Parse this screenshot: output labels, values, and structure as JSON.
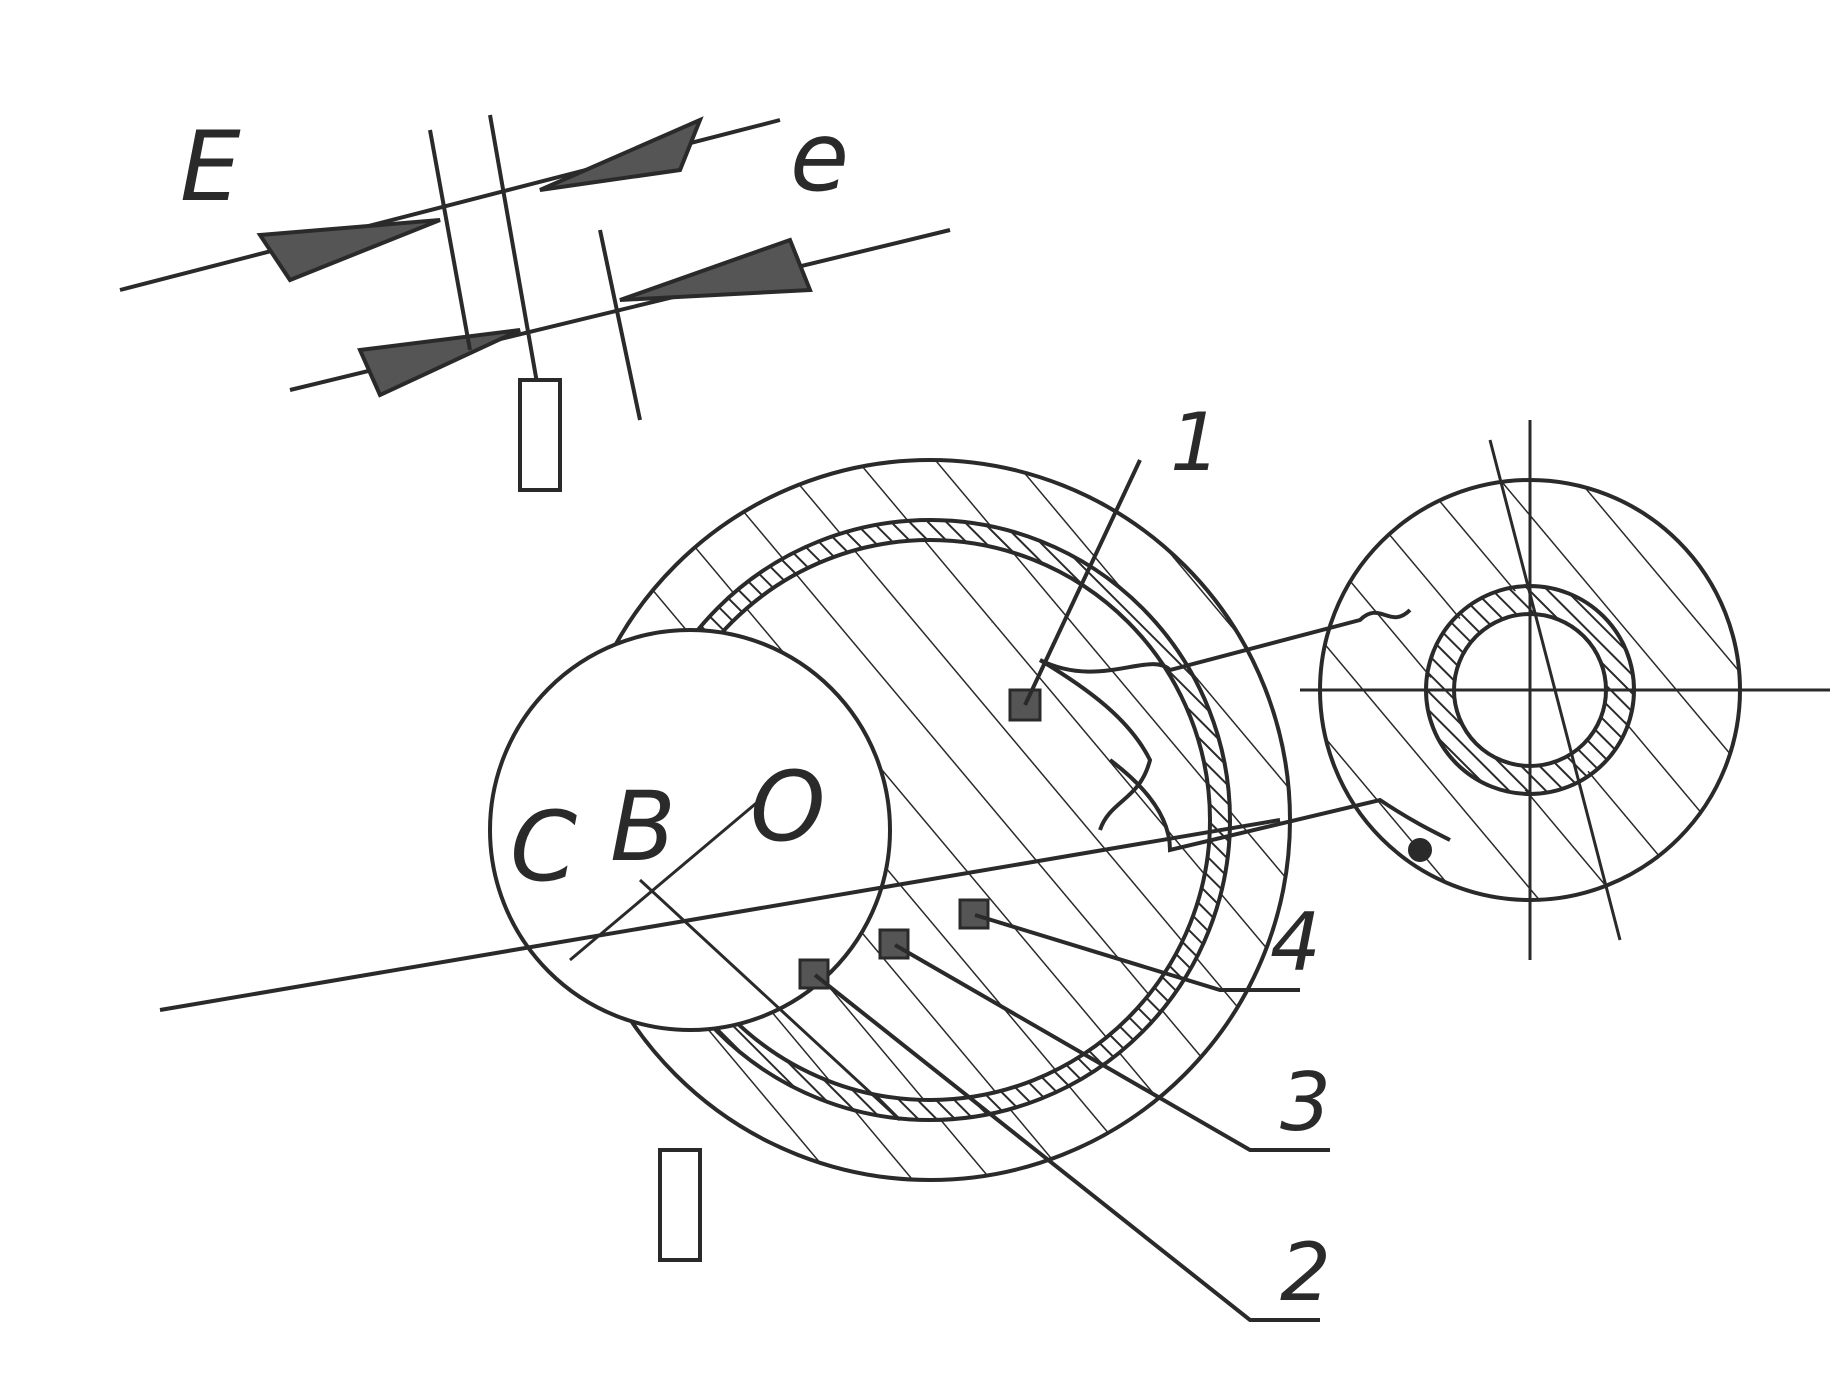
{
  "figure": {
    "labels": {
      "E": "E",
      "e": "e",
      "C": "C",
      "B": "B",
      "O": "O"
    },
    "callouts": [
      "1",
      "2",
      "3",
      "4"
    ],
    "colors": {
      "ink": "#2a2a2a",
      "paper": "#ffffff",
      "shadow": "#555555"
    }
  }
}
